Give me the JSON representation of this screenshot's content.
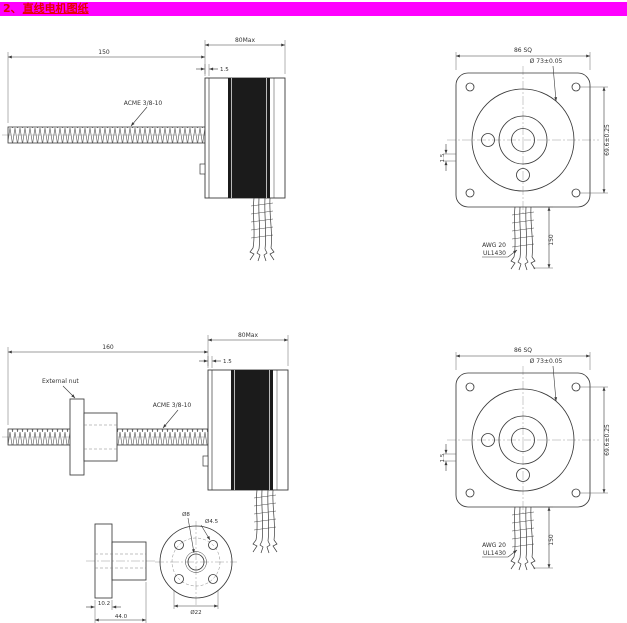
{
  "header": {
    "prefix": "2、",
    "title": "直线电机图纸",
    "bar_color": "#ff00ff",
    "text_color": "#e60000"
  },
  "top_side": {
    "dim_length": "150",
    "dim_body": "80Max",
    "dim_plate": "1.5",
    "screw_label": "ACME 3/8-10"
  },
  "top_front": {
    "dim_square": "86 SQ",
    "dim_pilot": "Ø 73±0.05",
    "dim_holes": "69.6±0.25",
    "dim_boss": "1.5",
    "wire_gauge": "AWG 20",
    "wire_type": "UL1430",
    "dim_wire_length": "150"
  },
  "bottom_side": {
    "dim_length": "160",
    "dim_body": "80Max",
    "dim_plate": "1.5",
    "nut_label": "External nut",
    "screw_label": "ACME 3/8-10"
  },
  "bottom_front": {
    "dim_square": "86 SQ",
    "dim_pilot": "Ø 73±0.05",
    "dim_holes": "69.6±0.25",
    "dim_boss": "1.5",
    "wire_gauge": "AWG 20",
    "wire_type": "UL1430",
    "dim_wire_length": "150"
  },
  "nut_detail": {
    "dim_flange_thickness": "10.2",
    "dim_total_length": "44.0",
    "dim_bore": "Ø8",
    "dim_hole": "Ø4.5",
    "dim_bolt_circle": "Ø22"
  }
}
